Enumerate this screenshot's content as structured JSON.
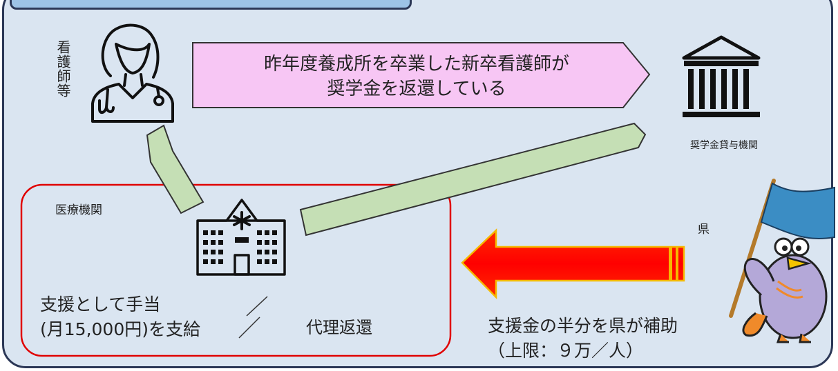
{
  "nurse": {
    "label": "看護師等",
    "icon": "nurse-icon"
  },
  "lender": {
    "label": "奨学金貸与機関",
    "icon": "bank-icon"
  },
  "message_box": {
    "text": "昨年度養成所を卒業した新卒看護師が\n奨学金を返還している",
    "fill": "#f7c6f4"
  },
  "medical": {
    "label": "医療機関",
    "icon": "hospital-icon"
  },
  "support": {
    "line1": "支援として手当",
    "line2": "(月15,000円)を支給"
  },
  "proxy": {
    "label": "代理返還"
  },
  "prefecture": {
    "label": "県",
    "mascot_icon": "mascot-flag-icon"
  },
  "subsidy": {
    "line1": "支援金の半分を県が補助",
    "line2": "（上限：９万／人）"
  },
  "colors": {
    "panel": "#dae5f1",
    "green_arrow": "#c5dfb5",
    "red_arrow": "#ff0000",
    "frame": "#e00000",
    "flag": "#3b8dc4"
  }
}
